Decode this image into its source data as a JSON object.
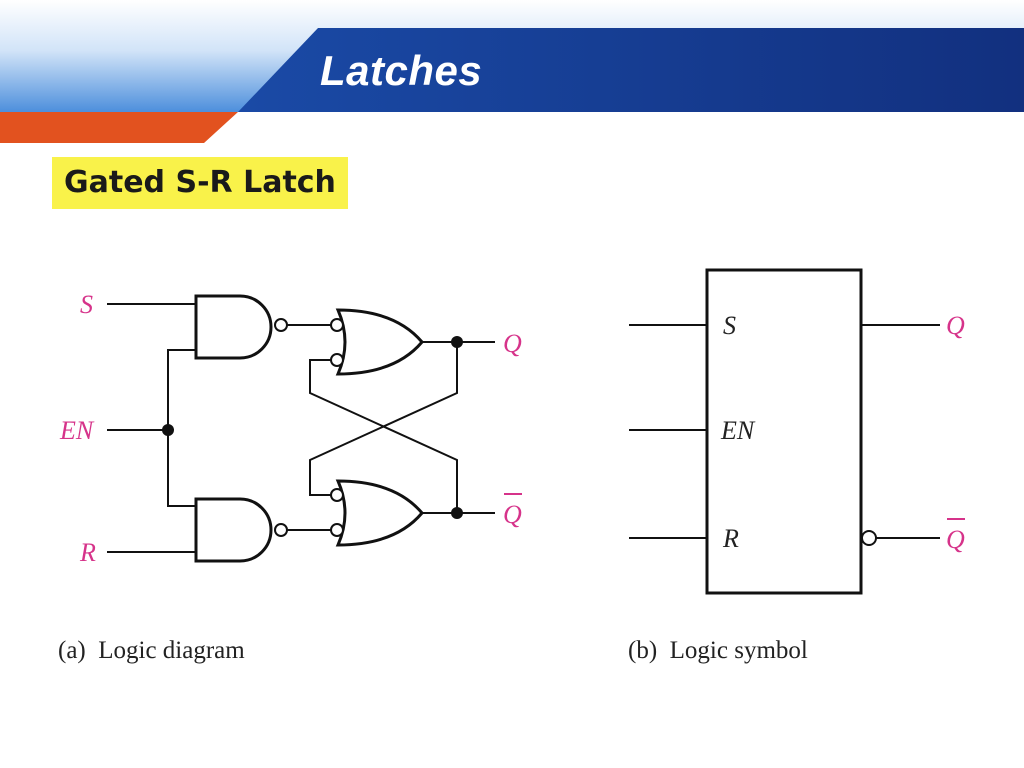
{
  "slide": {
    "title": "Latches",
    "subtitle": "Gated S-R Latch"
  },
  "colors": {
    "header_light": "#e3eefa",
    "header_mid": "#4d8fdc",
    "header_dark_blue": "#143893",
    "accent_orange": "#e2521f",
    "subtitle_highlight": "#f9f24a",
    "signal_label": "#d6338a"
  },
  "diagram_a": {
    "caption": "(a)  Logic diagram",
    "inputs": {
      "s": "S",
      "en": "EN",
      "r": "R"
    },
    "outputs": {
      "q": "Q",
      "q_bar": "Q"
    }
  },
  "diagram_b": {
    "caption": "(b)  Logic symbol",
    "pins": {
      "s": "S",
      "en": "EN",
      "r": "R"
    },
    "outputs": {
      "q": "Q",
      "q_bar": "Q"
    }
  }
}
